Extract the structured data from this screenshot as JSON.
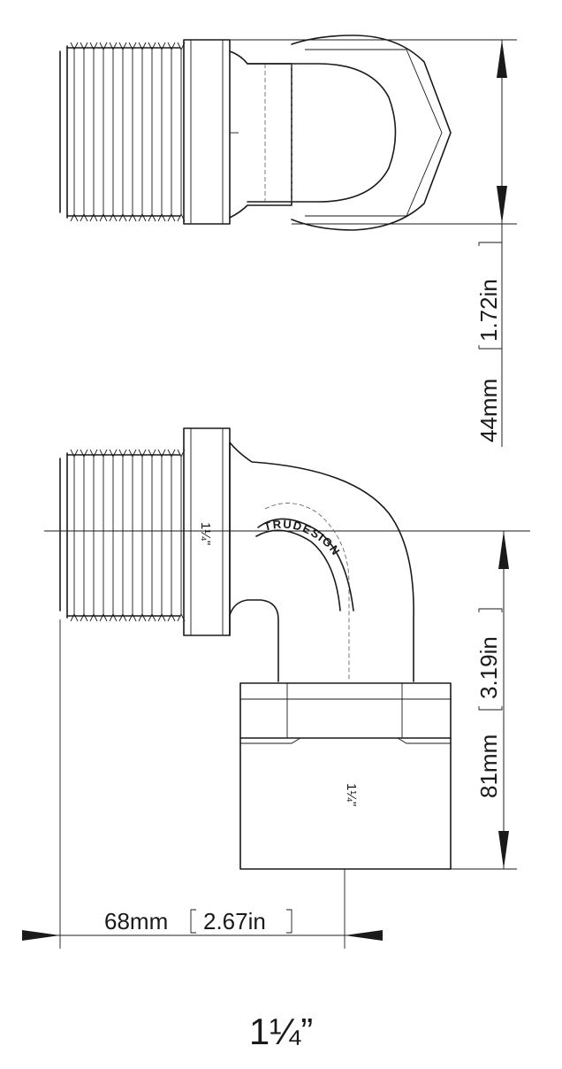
{
  "drawing": {
    "brand": "TRUDESIGN",
    "top_view": {
      "dimension_mm": "44mm",
      "dimension_in": "1.72in"
    },
    "side_view": {
      "dimension_mm": "81mm",
      "dimension_in": "3.19in",
      "thread_mark_upper": "1¼\"",
      "thread_mark_lower": "1¼\""
    },
    "width_dimension": {
      "dimension_mm": "68mm",
      "dimension_in": "2.67in"
    },
    "size_label": "1¼”"
  }
}
